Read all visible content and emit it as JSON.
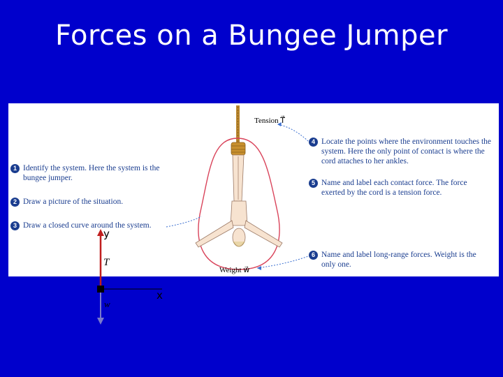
{
  "slide": {
    "title": "Forces on a Bungee Jumper"
  },
  "figure": {
    "tension_label": "Tension T⃗",
    "weight_label": "Weight w⃗",
    "steps": [
      {
        "number": "1",
        "text": "Identify the system. Here the system is the bungee jumper."
      },
      {
        "number": "2",
        "text": "Draw a picture of the situation."
      },
      {
        "number": "3",
        "text": "Draw a closed curve around the system."
      },
      {
        "number": "4",
        "text": "Locate the points where the environment touches the system. Here the only point of contact is where the cord attaches to her ankles."
      },
      {
        "number": "5",
        "text": "Name and label each contact force. The force exerted by the cord is a tension force."
      },
      {
        "number": "6",
        "text": "Name and label long-range forces. Weight is the only one."
      }
    ]
  },
  "free_body": {
    "y_axis": "y",
    "x_axis": "x",
    "tension": "T",
    "weight": "w"
  },
  "colors": {
    "background": "#0000cc",
    "step_text": "#1a3d8f",
    "curve": "#d9435a",
    "arrow_up": "#c01f1f",
    "arrow_down": "#7a7acc"
  }
}
